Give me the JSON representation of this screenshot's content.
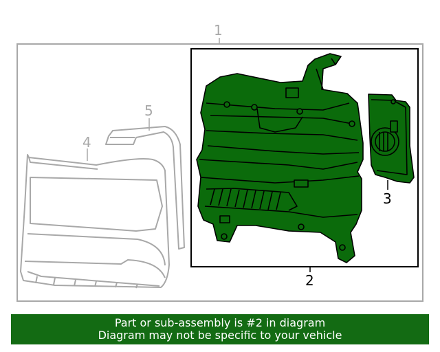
{
  "colors": {
    "highlight_fill": "#0b6b0b",
    "banner_bg": "#136b13",
    "context_stroke": "#a8a8a8",
    "highlight_stroke": "#000000"
  },
  "callouts": {
    "c1": "1",
    "c2": "2",
    "c3": "3",
    "c4": "4",
    "c5": "5"
  },
  "banner": {
    "line1": "Part or sub-assembly is #2 in diagram",
    "line2": "Diagram may not be specific to your vehicle"
  }
}
